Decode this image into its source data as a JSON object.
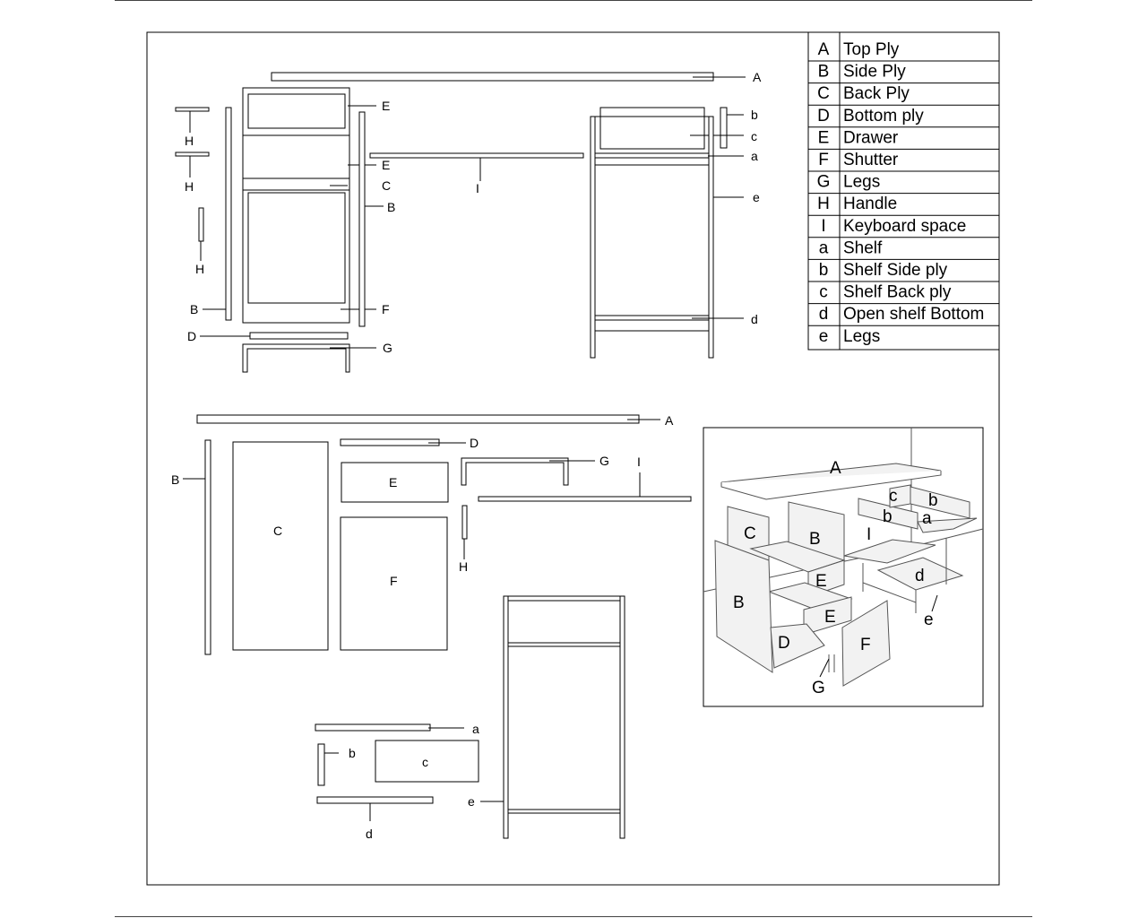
{
  "legend": [
    {
      "key": "A",
      "desc": "Top Ply"
    },
    {
      "key": "B",
      "desc": "Side Ply"
    },
    {
      "key": "C",
      "desc": "Back Ply"
    },
    {
      "key": "D",
      "desc": "Bottom ply"
    },
    {
      "key": "E",
      "desc": "Drawer"
    },
    {
      "key": "F",
      "desc": "Shutter"
    },
    {
      "key": "G",
      "desc": "Legs"
    },
    {
      "key": "H",
      "desc": "Handle"
    },
    {
      "key": "I",
      "desc": "Keyboard space"
    },
    {
      "key": "a",
      "desc": "Shelf"
    },
    {
      "key": "b",
      "desc": "Shelf Side ply"
    },
    {
      "key": "c",
      "desc": "Shelf Back ply"
    },
    {
      "key": "d",
      "desc": "Open shelf Bottom"
    },
    {
      "key": "e",
      "desc": "Legs"
    }
  ],
  "labels": {
    "A": "A",
    "B": "B",
    "C": "C",
    "D": "D",
    "E": "E",
    "F": "F",
    "G": "G",
    "H": "H",
    "I": "I",
    "a": "a",
    "b": "b",
    "c": "c",
    "d": "d",
    "e": "e"
  }
}
